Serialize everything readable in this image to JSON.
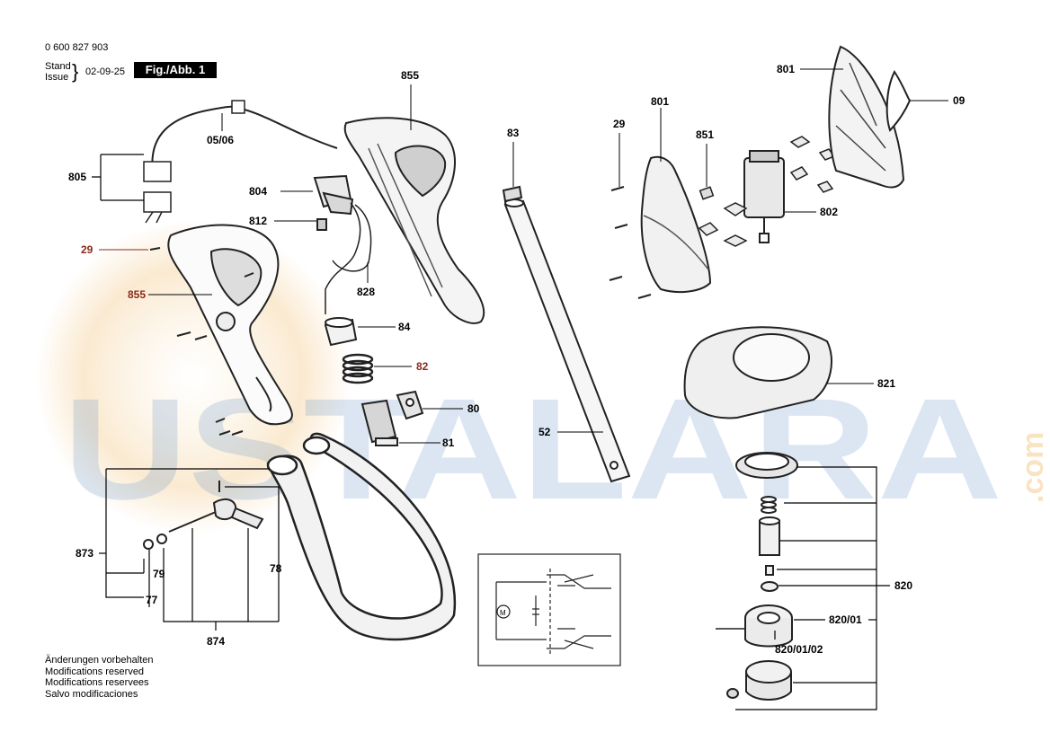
{
  "header": {
    "doc_number": "0 600 827 903",
    "stand_label": "Stand",
    "issue_label": "Issue",
    "date": "02-09-25",
    "figure_label": "Fig./Abb. 1"
  },
  "watermark": {
    "text": "USTALARA",
    "suffix": ".com",
    "color": "#5b8fc4",
    "accent_color": "#f2c27a"
  },
  "labels": {
    "l_0506": "05/06",
    "l_805": "805",
    "l_855_top": "855",
    "l_855_left": "855",
    "l_804": "804",
    "l_812": "812",
    "l_828": "828",
    "l_29_left": "29",
    "l_29_right": "29",
    "l_84": "84",
    "l_82": "82",
    "l_80": "80",
    "l_81": "81",
    "l_83": "83",
    "l_52": "52",
    "l_801_mid": "801",
    "l_801_top": "801",
    "l_851": "851",
    "l_802": "802",
    "l_09": "09",
    "l_821": "821",
    "l_820": "820",
    "l_82001": "820/01",
    "l_8200102": "820/01/02",
    "l_873": "873",
    "l_79": "79",
    "l_77": "77",
    "l_78": "78",
    "l_874": "874"
  },
  "notes": [
    "Änderungen vorbehalten",
    "Modifications reserved",
    "Modifications reservees",
    "Salvo modificaciones"
  ],
  "schematic": {
    "motor_symbol": "M"
  }
}
